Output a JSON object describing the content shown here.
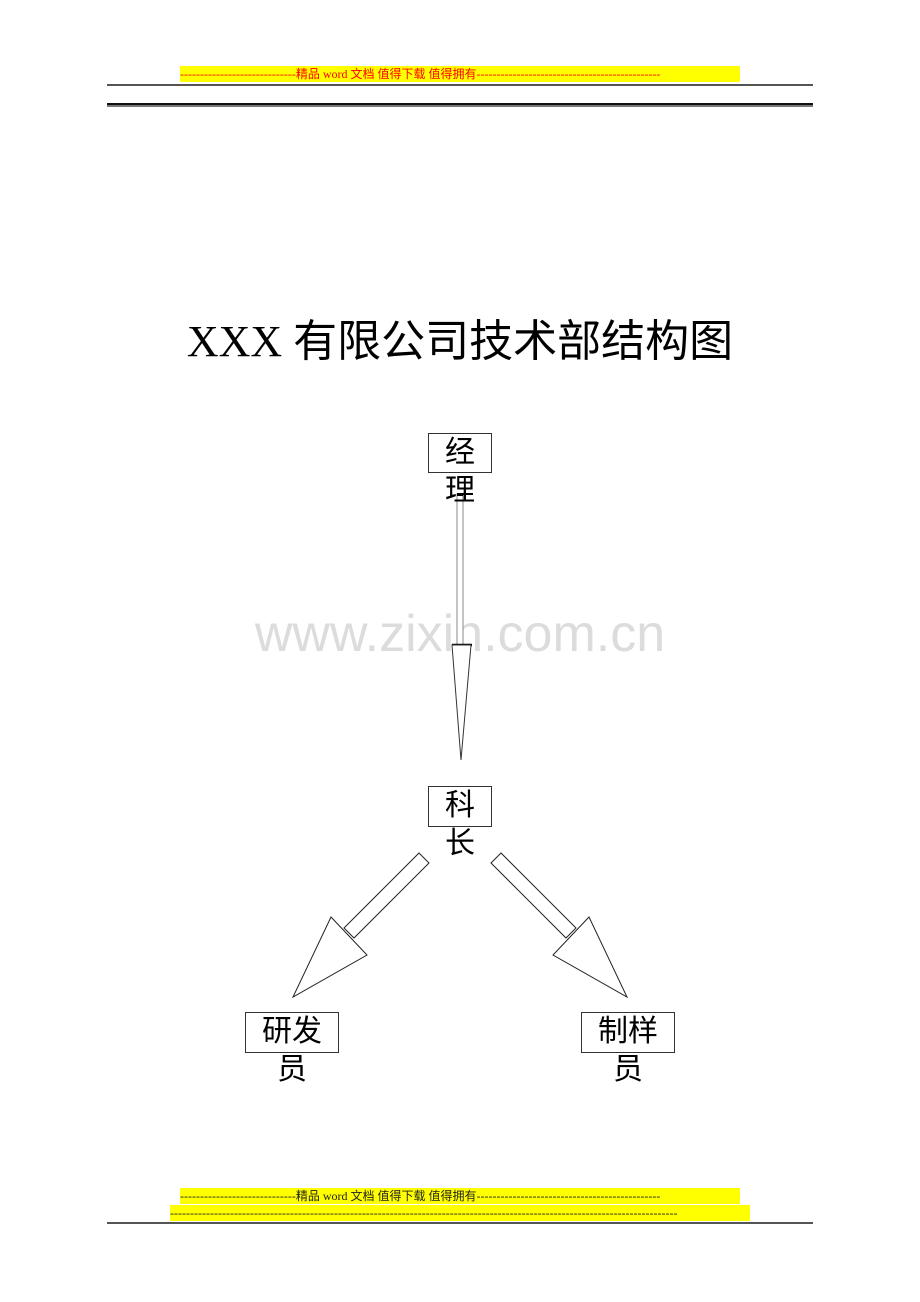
{
  "header": {
    "banner_text": "-----------------------------精品 word 文档  值得下载  值得拥有----------------------------------------------",
    "banner_color": "#ff0000",
    "banner_bg": "#ffff00"
  },
  "document": {
    "title": "XXX 有限公司技术部结构图",
    "watermark": "www.zixin.com.cn"
  },
  "org_chart": {
    "nodes": [
      {
        "id": "manager",
        "label": "经理"
      },
      {
        "id": "section-chief",
        "label": "科长"
      },
      {
        "id": "researcher",
        "label": "研发员"
      },
      {
        "id": "sample-maker",
        "label": "制样员"
      }
    ],
    "edges": [
      {
        "from": "manager",
        "to": "section-chief"
      },
      {
        "from": "section-chief",
        "to": "researcher"
      },
      {
        "from": "section-chief",
        "to": "sample-maker"
      }
    ]
  },
  "footer": {
    "banner_text": "-----------------------------精品 word 文档  值得下载  值得拥有----------------------------------------------",
    "banner_text_2": "-------------------------------------------------------------------------------------------------------------------------------",
    "banner_color": "#222222",
    "banner_bg": "#ffff00"
  }
}
